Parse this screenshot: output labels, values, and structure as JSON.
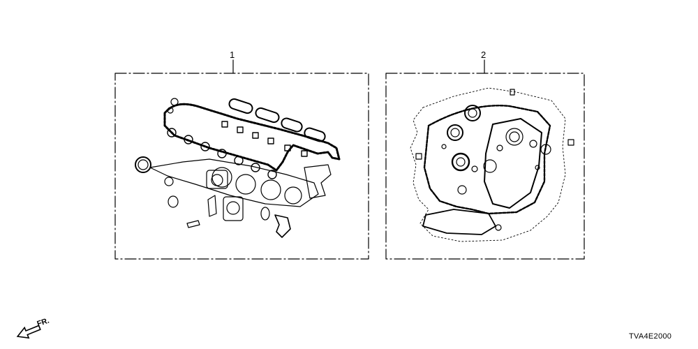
{
  "callouts": [
    {
      "id": "1"
    },
    {
      "id": "2"
    }
  ],
  "direction_label": "FR.",
  "diagram_code": "TVA4E2000",
  "colors": {
    "line": "#000000",
    "background": "#ffffff"
  },
  "icons": [
    "front-direction-arrow-icon"
  ]
}
